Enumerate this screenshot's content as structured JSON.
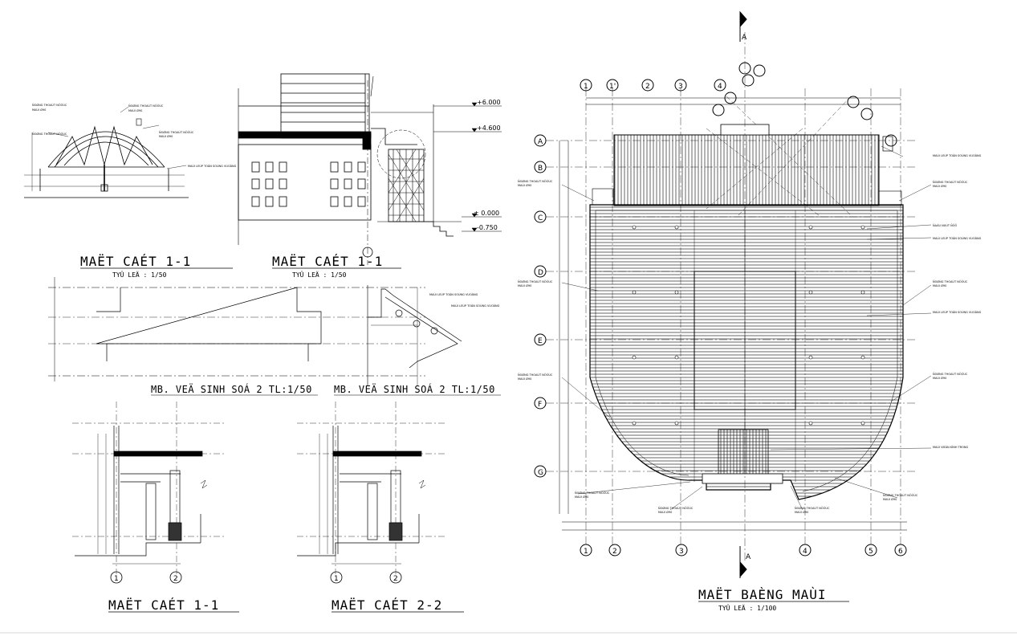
{
  "titles": {
    "section_1_1_top_a": "MAËT CAÉT 1-1",
    "section_1_1_top_b": "MAËT CAÉT 1-1",
    "scale_top_a": "TYÛ LEÄ : 1/50",
    "scale_top_b": "TYÛ LEÄ : 1/50",
    "toilet_plan_a": "MB. VEÄ SINH SOÁ 2 TL:1/50",
    "toilet_plan_b": "MB. VEÄ SINH SOÁ 2 TL:1/50",
    "section_1_1_bottom": "MAËT CAÉT 1-1",
    "section_2_2_bottom": "MAËT CAÉT 2-2",
    "roof_plan": "MAËT BAÈNG MAÙI",
    "roof_plan_scale": "TYÛ LEÄ : 1/100"
  },
  "levels": {
    "l1": "+6.000",
    "l2": "+4.600",
    "l3": "± 0.000",
    "l4": "-0.750"
  },
  "section_marker": "A",
  "axes_top": [
    "1",
    "1'",
    "2",
    "3",
    "4"
  ],
  "axes_bottom": [
    "1",
    "2",
    "3",
    "4",
    "5",
    "6"
  ],
  "axes_left": [
    "A",
    "B",
    "C",
    "D",
    "E",
    "F",
    "G"
  ],
  "axes_bottom_sections": [
    "1",
    "2"
  ],
  "notes": {
    "n1": "ÑOØNG THOAÙT NÖÔÙC",
    "n2": "MAÙI LEÙP TOÂN SOÙNG VUOÂNG",
    "n3": "ÑAÀU NUÙT ÑÔÕ",
    "n4": "MAÙI VIEÀN KÍNH TRONG",
    "n5": "MAÙI Ø90"
  }
}
